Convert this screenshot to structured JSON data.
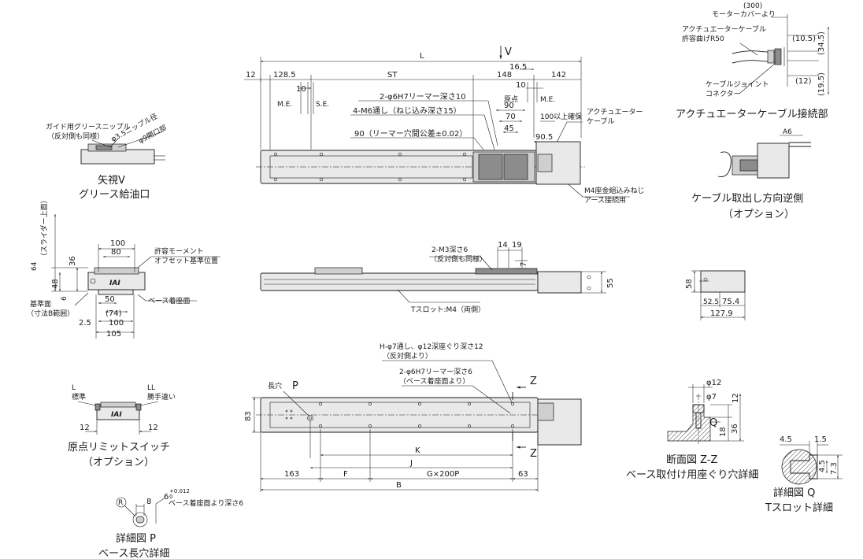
{
  "top_view": {
    "L": "L",
    "ST": "ST",
    "d12": "12",
    "d128_5": "128.5",
    "d10a": "10",
    "d10b": "10",
    "d148": "148",
    "d142": "142",
    "d16_5": "16.5",
    "arrow_v": "V",
    "me_left": "M.E.",
    "se": "S.E.",
    "origin": "原点",
    "me_right": "M.E.",
    "note_reamer": "2-φ6H7リーマー深さ10",
    "note_m6": "4-M6通し（ねじ込み深さ15）",
    "note_pitch": "90（リーマー穴間公差±0.02）",
    "d90": "90",
    "d70": "70",
    "d45": "45",
    "d90_5": "90.5",
    "cable_ensure": "100以上確保",
    "actuator_cable_line1": "アクチュエーター",
    "actuator_cable_line2": "ケーブル",
    "ground_line1": "M4座金組込みねじ",
    "ground_line2": "アース接続用"
  },
  "grease": {
    "nipple_line1": "ガイド用グリースニップル",
    "nipple_line2": "（反対側も同様）",
    "d3_5": "φ3.5ニップル径",
    "d9": "φ9開口部",
    "caption1": "矢視V",
    "caption2": "グリース給油口"
  },
  "cable_connect": {
    "d300": "(300)",
    "cover_from": "モーターカバーより",
    "cable_line1": "アクチュエーターケーブル",
    "cable_line2": "許容曲げR50",
    "joint_line1": "ケーブルジョイント",
    "joint_line2": "コネクター",
    "d10_5": "(10.5)",
    "d34_5": "(34.5)",
    "d12p": "(12)",
    "d19_5": "(19.5)",
    "caption": "アクチュエーターケーブル接続部"
  },
  "cable_opposite": {
    "a6": "A6",
    "caption1": "ケーブル取出し方向逆側",
    "caption2": "（オプション）"
  },
  "end_view": {
    "d64": "64",
    "slider_top": "（スライダー上面）",
    "d100": "100",
    "d80": "80",
    "d36": "36",
    "d48": "48",
    "d6": "6",
    "d50": "50",
    "d74": "(74)",
    "d100b": "100",
    "d105": "105",
    "d2_5": "2.5",
    "moment_line1": "許容モーメント",
    "moment_line2": "オフセット基準位置",
    "base_mount": "ベース着座面",
    "ref_line1": "基準面",
    "ref_line2": "（寸法B範囲）",
    "logo": "IAI"
  },
  "side_view": {
    "m3_line1": "2-M3深さ6",
    "m3_line2": "（反対側も同様）",
    "d14": "14",
    "d19": "19",
    "d7": "7",
    "d55": "55",
    "tslot": "Tスロット:M4（両側）"
  },
  "motor_end": {
    "d58": "58",
    "d52_5": "52.5",
    "d75_4": "75.4",
    "d127_9": "127.9"
  },
  "limit_switch": {
    "l_line1": "L",
    "l_line2": "標準",
    "ll_line1": "LL",
    "ll_line2": "勝手違い",
    "d12a": "12",
    "d12b": "12",
    "logo": "IAI",
    "caption1": "原点リミットスイッチ",
    "caption2": "（オプション）"
  },
  "bottom_view": {
    "h_line1": "H-φ7通し、φ12深座ぐり深さ12",
    "h_line2": "（反対側より）",
    "reamer_line1": "2-φ6H7リーマー深さ6",
    "reamer_line2": "（ベース着座面より）",
    "slot": "長穴",
    "p": "P",
    "z_top": "Z",
    "z_bottom": "Z",
    "d83": "83",
    "K": "K",
    "J": "J",
    "d163": "163",
    "F": "F",
    "G": "G×200P",
    "d63": "63",
    "B": "B"
  },
  "detail_p": {
    "r": "R",
    "d8": "8",
    "d6": "6",
    "tol": "+0.012",
    "tol0": "0",
    "depth": "ベース着座面より深さ6",
    "caption1": "詳細図 P",
    "caption2": "ベース長穴詳細"
  },
  "section_zz": {
    "d12dia": "φ12",
    "d7dia": "φ7",
    "d12": "12",
    "d18": "18",
    "d36": "36",
    "q": "Q",
    "caption1": "断面図 Z-Z",
    "caption2": "ベース取付け用座ぐり穴詳細"
  },
  "detail_q": {
    "d4_5a": "4.5",
    "d1_5": "1.5",
    "d4_5b": "4.5",
    "d7_3": "7.3",
    "caption1": "詳細図 Q",
    "caption2": "Tスロット詳細"
  }
}
